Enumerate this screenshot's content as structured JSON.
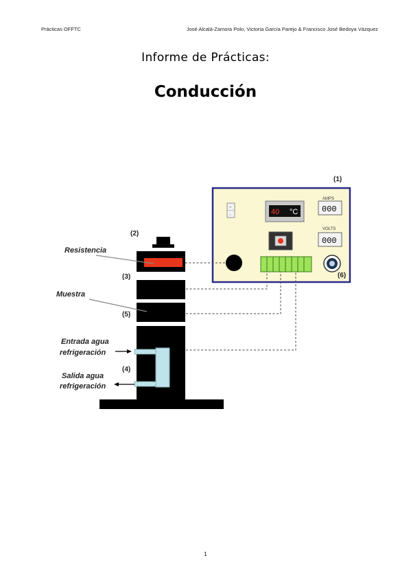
{
  "header": {
    "left": "Prácticas OFFTC",
    "right": "José Alcalá-Zamora Polo, Victoria García Parejo & Francisco José Bedoya Vázquez"
  },
  "title": "Informe de Prácticas:",
  "subtitle": "Conducción",
  "diagram": {
    "labels": {
      "resistencia": "Resistencia",
      "muestra": "Muestra",
      "entrada_line1": "Entrada agua",
      "entrada_line2": "refrigeración",
      "salida_line1": "Salida agua",
      "salida_line2": "refrigeración"
    },
    "markers": {
      "m1": "(1)",
      "m2": "(2)",
      "m3": "(3)",
      "m4": "(4)",
      "m5": "(5)",
      "m6": "(6)"
    },
    "panel": {
      "temp_value": "40",
      "temp_unit": "°C",
      "amps_label": "AMPS",
      "amps_value": "000",
      "volts_label": "VOLTS",
      "volts_value": "000"
    },
    "colors": {
      "panel_bg": "#fbf7d3",
      "panel_border": "#2a2a8a",
      "heater": "#e8361d",
      "connector": "#9ee35a",
      "water_block": "#bfe3ea",
      "stack": "#000000"
    }
  },
  "footer": {
    "page_number": "1"
  }
}
